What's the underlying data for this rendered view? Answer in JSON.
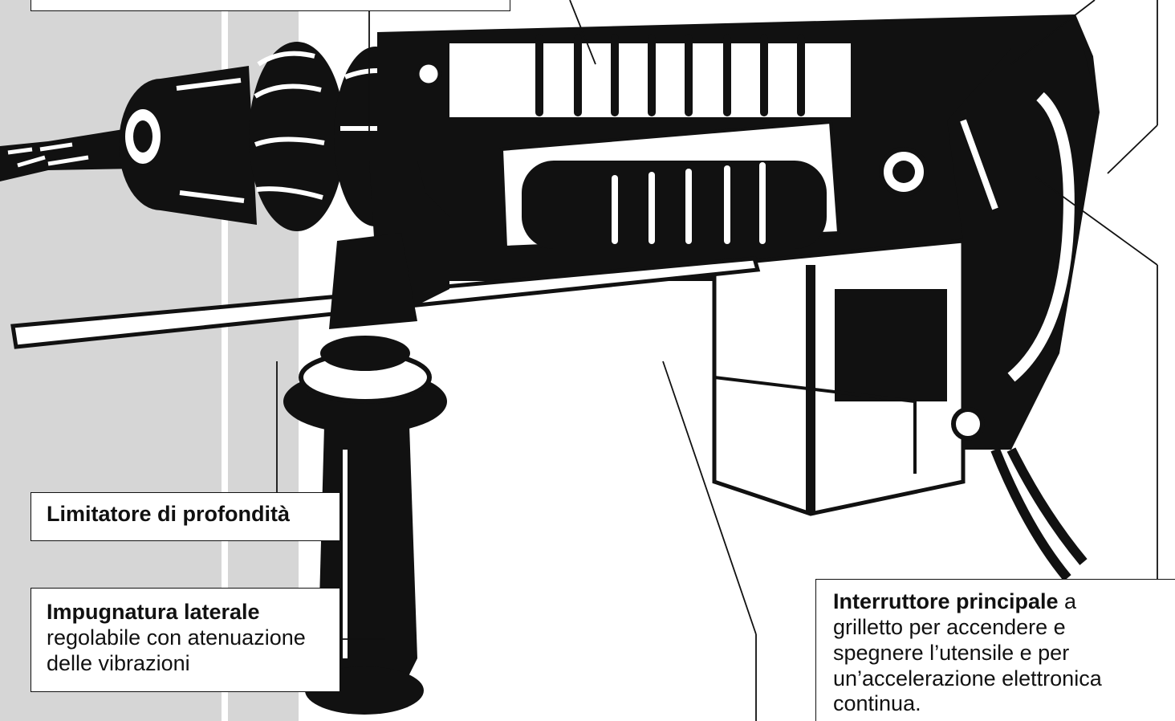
{
  "colors": {
    "ink": "#111111",
    "wall": "#d6d6d6",
    "paper": "#ffffff"
  },
  "illustration": {
    "subject": "drill-icon"
  },
  "labels": {
    "depth_stop": {
      "title": "Limitatore di profondità"
    },
    "side_handle": {
      "title": "Impugnatura laterale",
      "line1": "regolabile con atenuazione",
      "line2": "delle vibrazioni"
    },
    "main_switch": {
      "title": "Interruttore principale",
      "after_title": " a",
      "line1": "grilletto per accendere e",
      "line2": "spegnere l’utensile e per",
      "line3": "un’accelerazione elettronica",
      "line4": "continua."
    }
  }
}
